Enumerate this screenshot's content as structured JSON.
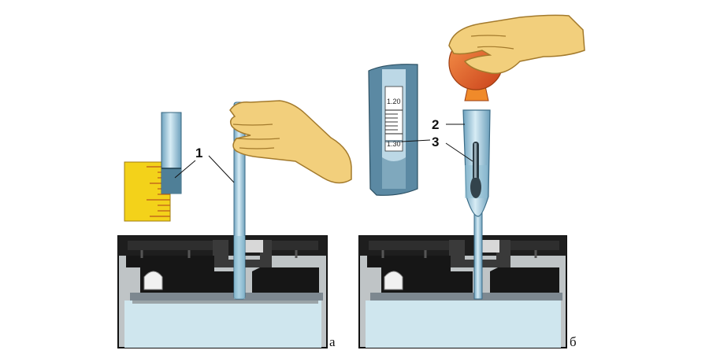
{
  "labels": {
    "callout_1": "1",
    "callout_2": "2",
    "callout_3": "3",
    "panel_a": "а",
    "panel_b": "б"
  },
  "scale_readings": {
    "upper": "1.20",
    "lower": "1.30"
  },
  "colors": {
    "electrolyte": "#cfe6ee",
    "battery_case": "#1e1e1e",
    "glass": "#a9cfe2",
    "ruler": "#f3d21a",
    "ruler_marks": "#c46a1a",
    "hand": "#f2cf7c",
    "bulb": "#e6561e",
    "bulb_neck": "#f08a2a"
  }
}
